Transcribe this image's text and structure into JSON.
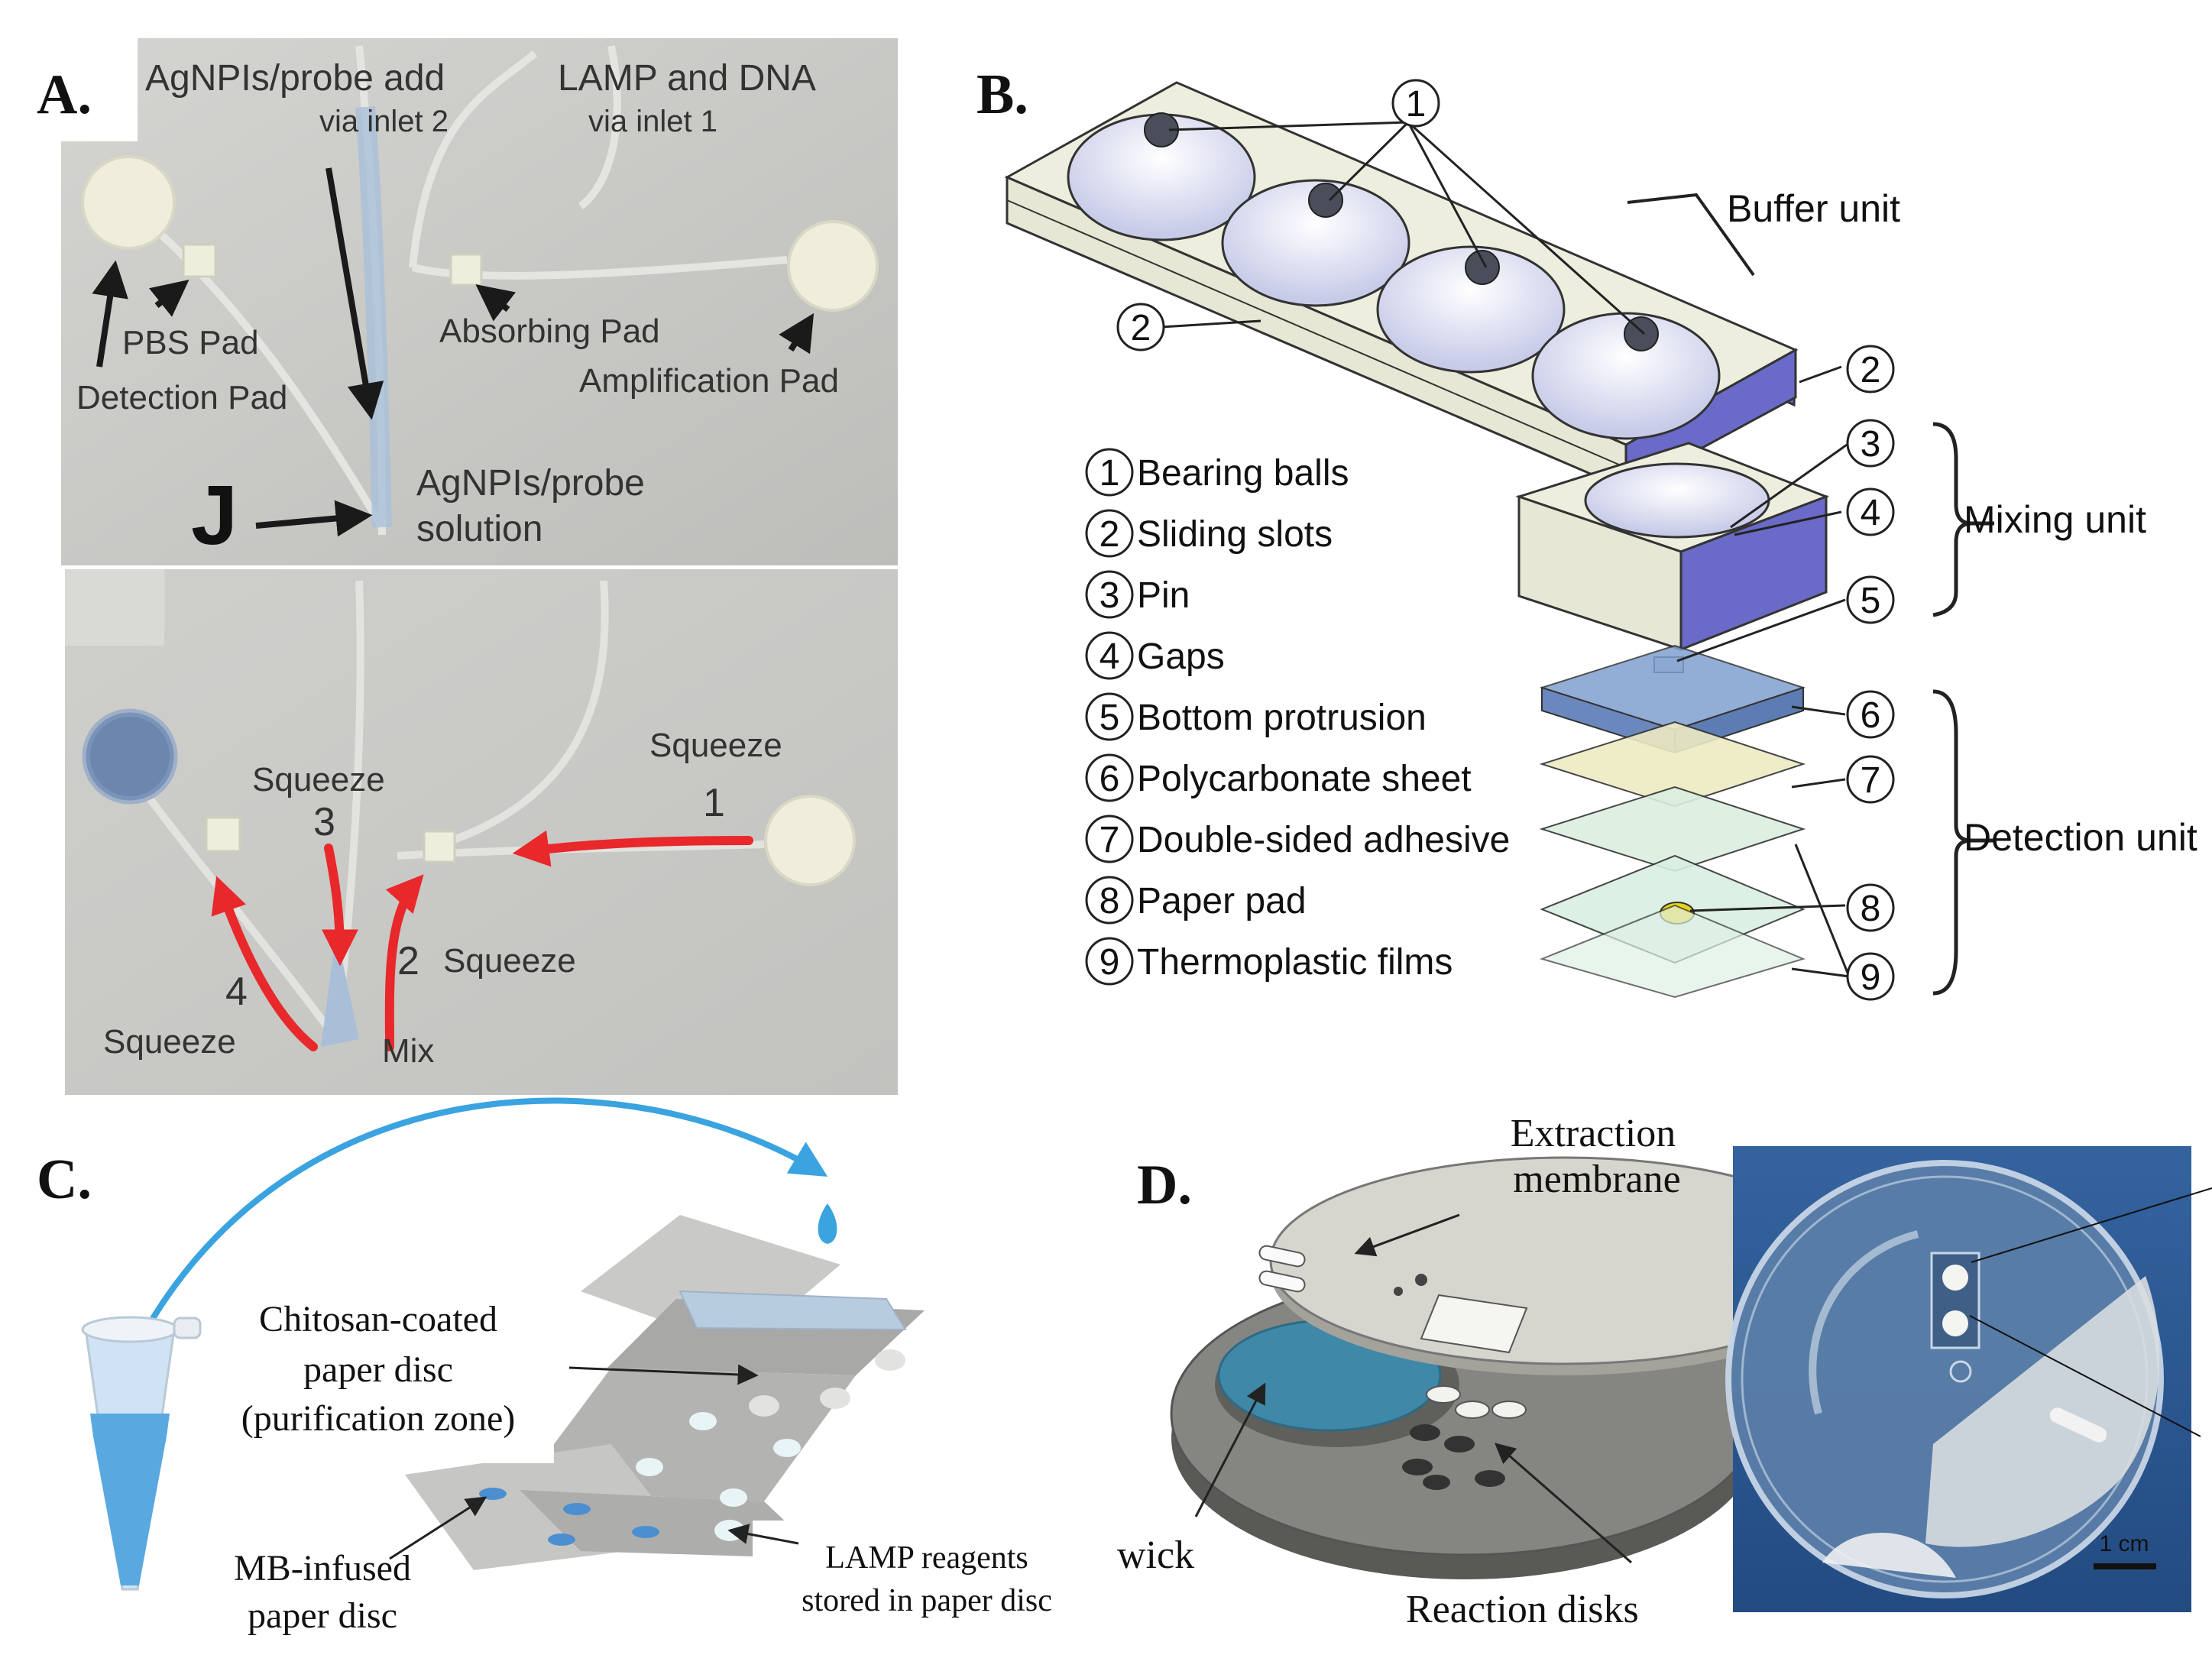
{
  "panel_a": {
    "panel_label": "A.",
    "inlet2_label": "AgNPIs/probe add",
    "inlet2_sub": "via inlet 2",
    "inlet1_label": "LAMP and DNA",
    "inlet1_sub": "via inlet 1",
    "pbs_pad": "PBS Pad",
    "detection_pad": "Detection Pad",
    "absorbing_pad": "Absorbing Pad",
    "amplification_pad": "Amplification Pad",
    "junction_label": "J",
    "solution_line1": "AgNPIs/probe",
    "solution_line2": "solution",
    "step1_word": "Squeeze",
    "step1_num": "1",
    "step2_num": "2",
    "step2_word": "Squeeze",
    "step3_word": "Squeeze",
    "step3_num": "3",
    "step4_num": "4",
    "step4_word": "Squeeze",
    "mix_label": "Mix"
  },
  "panel_b": {
    "panel_label": "B.",
    "legend": [
      {
        "num": "1",
        "text": "Bearing balls"
      },
      {
        "num": "2",
        "text": "Sliding slots"
      },
      {
        "num": "3",
        "text": "Pin"
      },
      {
        "num": "4",
        "text": "Gaps"
      },
      {
        "num": "5",
        "text": "Bottom protrusion"
      },
      {
        "num": "6",
        "text": "Polycarbonate sheet"
      },
      {
        "num": "7",
        "text": "Double-sided adhesive"
      },
      {
        "num": "8",
        "text": "Paper pad"
      },
      {
        "num": "9",
        "text": "Thermoplastic films"
      }
    ],
    "callouts": [
      "1",
      "2",
      "2",
      "3",
      "4",
      "5",
      "6",
      "7",
      "8",
      "9"
    ],
    "buffer_unit": "Buffer unit",
    "mixing_unit": "Mixing unit",
    "detection_unit": "Detection unit"
  },
  "panel_c": {
    "panel_label": "C.",
    "chitosan_line1": "Chitosan-coated",
    "chitosan_line2": "paper disc",
    "chitosan_line3": "(purification zone)",
    "mb_line1": "MB-infused",
    "mb_line2": "paper disc",
    "lamp_line1": "LAMP reagents",
    "lamp_line2": "stored in paper disc"
  },
  "panel_d": {
    "panel_label": "D.",
    "extraction_line1": "Extraction",
    "extraction_line2": "membrane",
    "wick": "wick",
    "reaction_disks": "Reaction disks",
    "scale_bar": "1 cm"
  },
  "colors": {
    "photo_gray": "#c9c9c6",
    "arrow_red": "#e8282a",
    "unit_blue": "#6a6ac8",
    "unit_face": "#eeeedf",
    "detect_blue": "#7f9fcf",
    "photo_d_bg": "#2e5a95",
    "curve_blue": "#3aa3e0"
  }
}
